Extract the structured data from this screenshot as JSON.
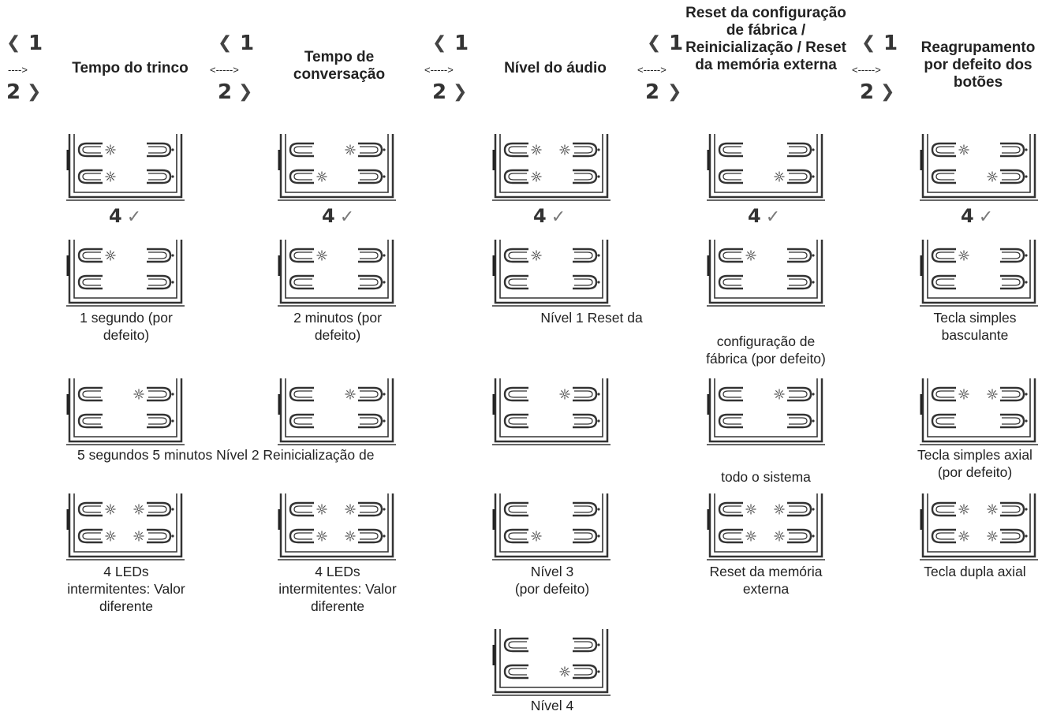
{
  "nav": {
    "back_num": "1",
    "forward_num": "2",
    "arrow_first": "---->",
    "arrow_mid": "<----->"
  },
  "columns": [
    {
      "header": "Tempo do trinco",
      "step": "4",
      "panels": [
        {
          "leds": [
            1,
            0,
            1,
            0
          ]
        },
        {
          "leds": [
            1,
            0,
            0,
            0
          ]
        },
        {
          "leds": [
            0,
            1,
            0,
            0
          ]
        },
        {
          "leds": [
            1,
            1,
            1,
            1
          ]
        }
      ],
      "labels": [
        "1 segundo (por",
        "defeito)",
        "4 LEDs",
        "intermitentes: Valor",
        "diferente"
      ]
    },
    {
      "header": "Tempo de conversação",
      "step": "4",
      "panels": [
        {
          "leds": [
            0,
            1,
            1,
            0
          ]
        },
        {
          "leds": [
            1,
            0,
            0,
            0
          ]
        },
        {
          "leds": [
            0,
            1,
            0,
            0
          ]
        },
        {
          "leds": [
            1,
            1,
            1,
            1
          ]
        }
      ],
      "labels": [
        "2 minutos (por",
        "defeito)",
        "4 LEDs",
        "intermitentes: Valor",
        "diferente"
      ]
    },
    {
      "header": "Nível do áudio",
      "step": "4",
      "panels": [
        {
          "leds": [
            1,
            1,
            1,
            0
          ]
        },
        {
          "leds": [
            1,
            0,
            0,
            0
          ]
        },
        {
          "leds": [
            0,
            1,
            0,
            0
          ]
        },
        {
          "leds": [
            0,
            0,
            1,
            0
          ]
        },
        {
          "leds": [
            0,
            0,
            0,
            1
          ]
        }
      ],
      "labels": [
        "Nível 1 Reset da",
        "Nível 3",
        "(por defeito)",
        "Nível 4"
      ]
    },
    {
      "header": "Reset da configuração de fábrica / Reinicialização / Reset da memória externa",
      "step": "4",
      "panels": [
        {
          "leds": [
            0,
            0,
            0,
            1
          ]
        },
        {
          "leds": [
            1,
            0,
            0,
            0
          ]
        },
        {
          "leds": [
            0,
            1,
            0,
            0
          ]
        },
        {
          "leds": [
            1,
            1,
            1,
            1
          ]
        }
      ],
      "labels": [
        "configuração de",
        "fábrica (por defeito)",
        "todo o sistema",
        "Reset da memória",
        "externa"
      ]
    },
    {
      "header": "Reagrupamento por defeito dos botões",
      "step": "4",
      "panels": [
        {
          "leds": [
            1,
            0,
            0,
            1
          ]
        },
        {
          "leds": [
            1,
            0,
            0,
            0
          ]
        },
        {
          "leds": [
            1,
            1,
            0,
            0
          ]
        },
        {
          "leds": [
            1,
            1,
            1,
            1
          ]
        }
      ],
      "labels": [
        "Tecla simples",
        "basculante",
        "Tecla simples axial",
        "(por defeito)",
        "Tecla dupla axial"
      ]
    }
  ],
  "shared_row_text": "5 segundos 5 minutos Nível 2 Reinicialização de"
}
